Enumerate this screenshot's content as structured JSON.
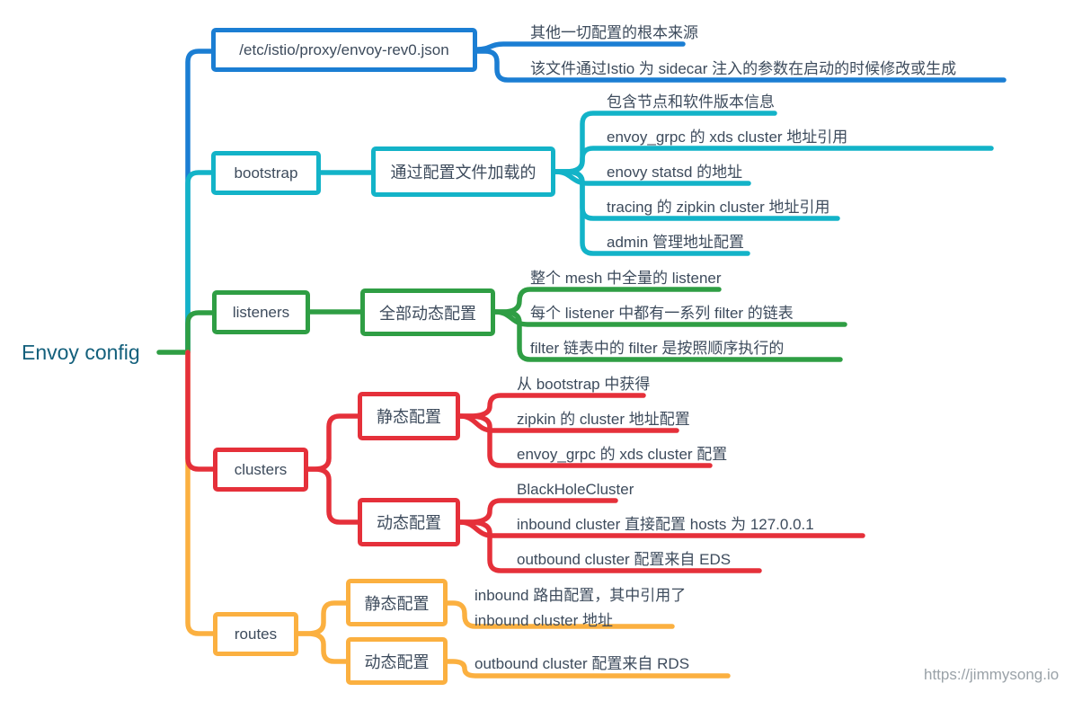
{
  "title": "Envoy config",
  "watermark": "https://jimmysong.io",
  "colors": {
    "blue": "#1b7ed3",
    "cyan": "#13b3c8",
    "green": "#2f9e44",
    "red": "#e5303a",
    "yellow": "#fbb040",
    "node_text": "#3d4b5c",
    "root_text": "#14607c",
    "watermark_text": "#9aa2a8"
  },
  "branches": [
    {
      "id": "envoy-json-file",
      "color": "blue",
      "node": "/etc/istio/proxy/envoy-rev0.json",
      "leaves": [
        "其他一切配置的根本来源",
        "该文件通过Istio 为 sidecar 注入的参数在启动的时候修改或生成"
      ]
    },
    {
      "id": "bootstrap",
      "color": "cyan",
      "node": "bootstrap",
      "child": "通过配置文件加载的",
      "leaves": [
        "包含节点和软件版本信息",
        "envoy_grpc 的 xds cluster 地址引用",
        "enovy statsd 的地址",
        "tracing 的 zipkin cluster 地址引用",
        "admin 管理地址配置"
      ]
    },
    {
      "id": "listeners",
      "color": "green",
      "node": "listeners",
      "child": "全部动态配置",
      "leaves": [
        "整个 mesh 中全量的 listener",
        "每个 listener 中都有一系列 filter 的链表",
        "filter 链表中的 filter 是按照顺序执行的"
      ]
    },
    {
      "id": "clusters",
      "color": "red",
      "node": "clusters",
      "children": [
        {
          "label": "静态配置",
          "leaves": [
            "从 bootstrap 中获得",
            "zipkin 的 cluster 地址配置",
            "envoy_grpc 的 xds cluster 配置"
          ]
        },
        {
          "label": "动态配置",
          "leaves": [
            "BlackHoleCluster",
            "inbound cluster 直接配置 hosts 为 127.0.0.1",
            "outbound cluster 配置来自 EDS"
          ]
        }
      ]
    },
    {
      "id": "routes",
      "color": "yellow",
      "node": "routes",
      "children": [
        {
          "label": "静态配置",
          "leaf_lines": [
            "inbound 路由配置，其中引用了",
            "inbound cluster 地址"
          ]
        },
        {
          "label": "动态配置",
          "leaves": [
            "outbound cluster 配置来自 RDS"
          ]
        }
      ]
    }
  ]
}
